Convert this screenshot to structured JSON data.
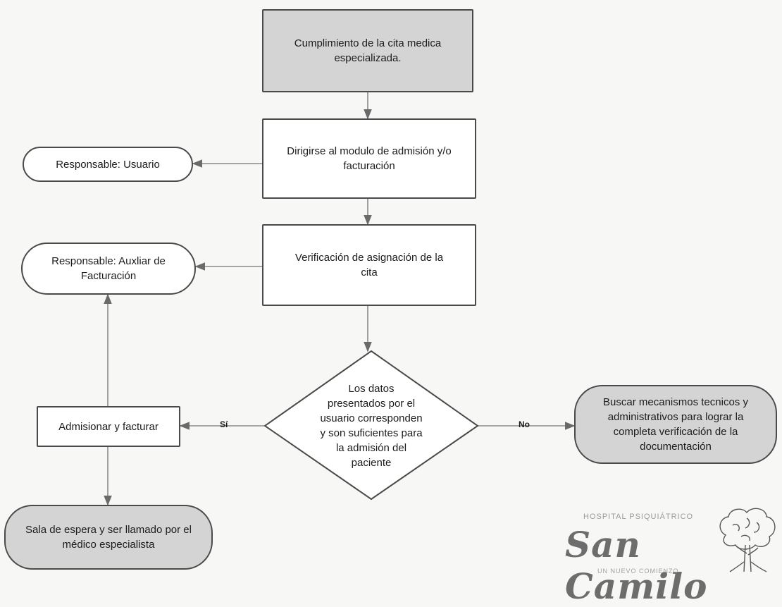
{
  "nodes": {
    "start": "Cumplimiento de la cita medica especializada.",
    "modulo": "Dirigirse al modulo de admisión y/o facturación",
    "resp_usuario": "Responsable: Usuario",
    "verificacion": "Verificación de asignación de la cita",
    "resp_auxiliar": "Responsable: Auxliar de Facturación",
    "decision": "Los datos presentados por el usuario corresponden y son suficientes para la admisión del paciente",
    "admisionar": "Admisionar y facturar",
    "buscar": "Buscar mecanismos tecnicos y administrativos para lograr la completa verificación de la documentación",
    "sala": "Sala de espera y ser llamado por el médico especialista"
  },
  "edges": {
    "yes_label": "Sí",
    "no_label": "No"
  },
  "logo": {
    "line1": "HOSPITAL PSIQUIÁTRICO",
    "name": "San Camilo",
    "tagline": "UN NUEVO COMIENZO"
  }
}
